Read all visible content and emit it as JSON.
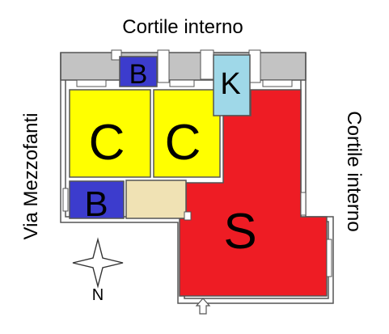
{
  "labels": {
    "top_street": "Cortile interno",
    "left_street": "Via Mezzofanti",
    "right_street": "Cortile interno",
    "compass": "N"
  },
  "rooms": {
    "bath_top": "B",
    "bedroom_left": "C",
    "bedroom_right": "C",
    "kitchen": "K",
    "living": "S",
    "bath_bottom": "B"
  },
  "colors": {
    "bedroom": "#ffff00",
    "bath": "#3c3ccd",
    "kitchen": "#9fd8e8",
    "living": "#ee1c24",
    "hall": "#f0e2b4",
    "wall": "#c3c3c3",
    "outline": "#444444"
  }
}
